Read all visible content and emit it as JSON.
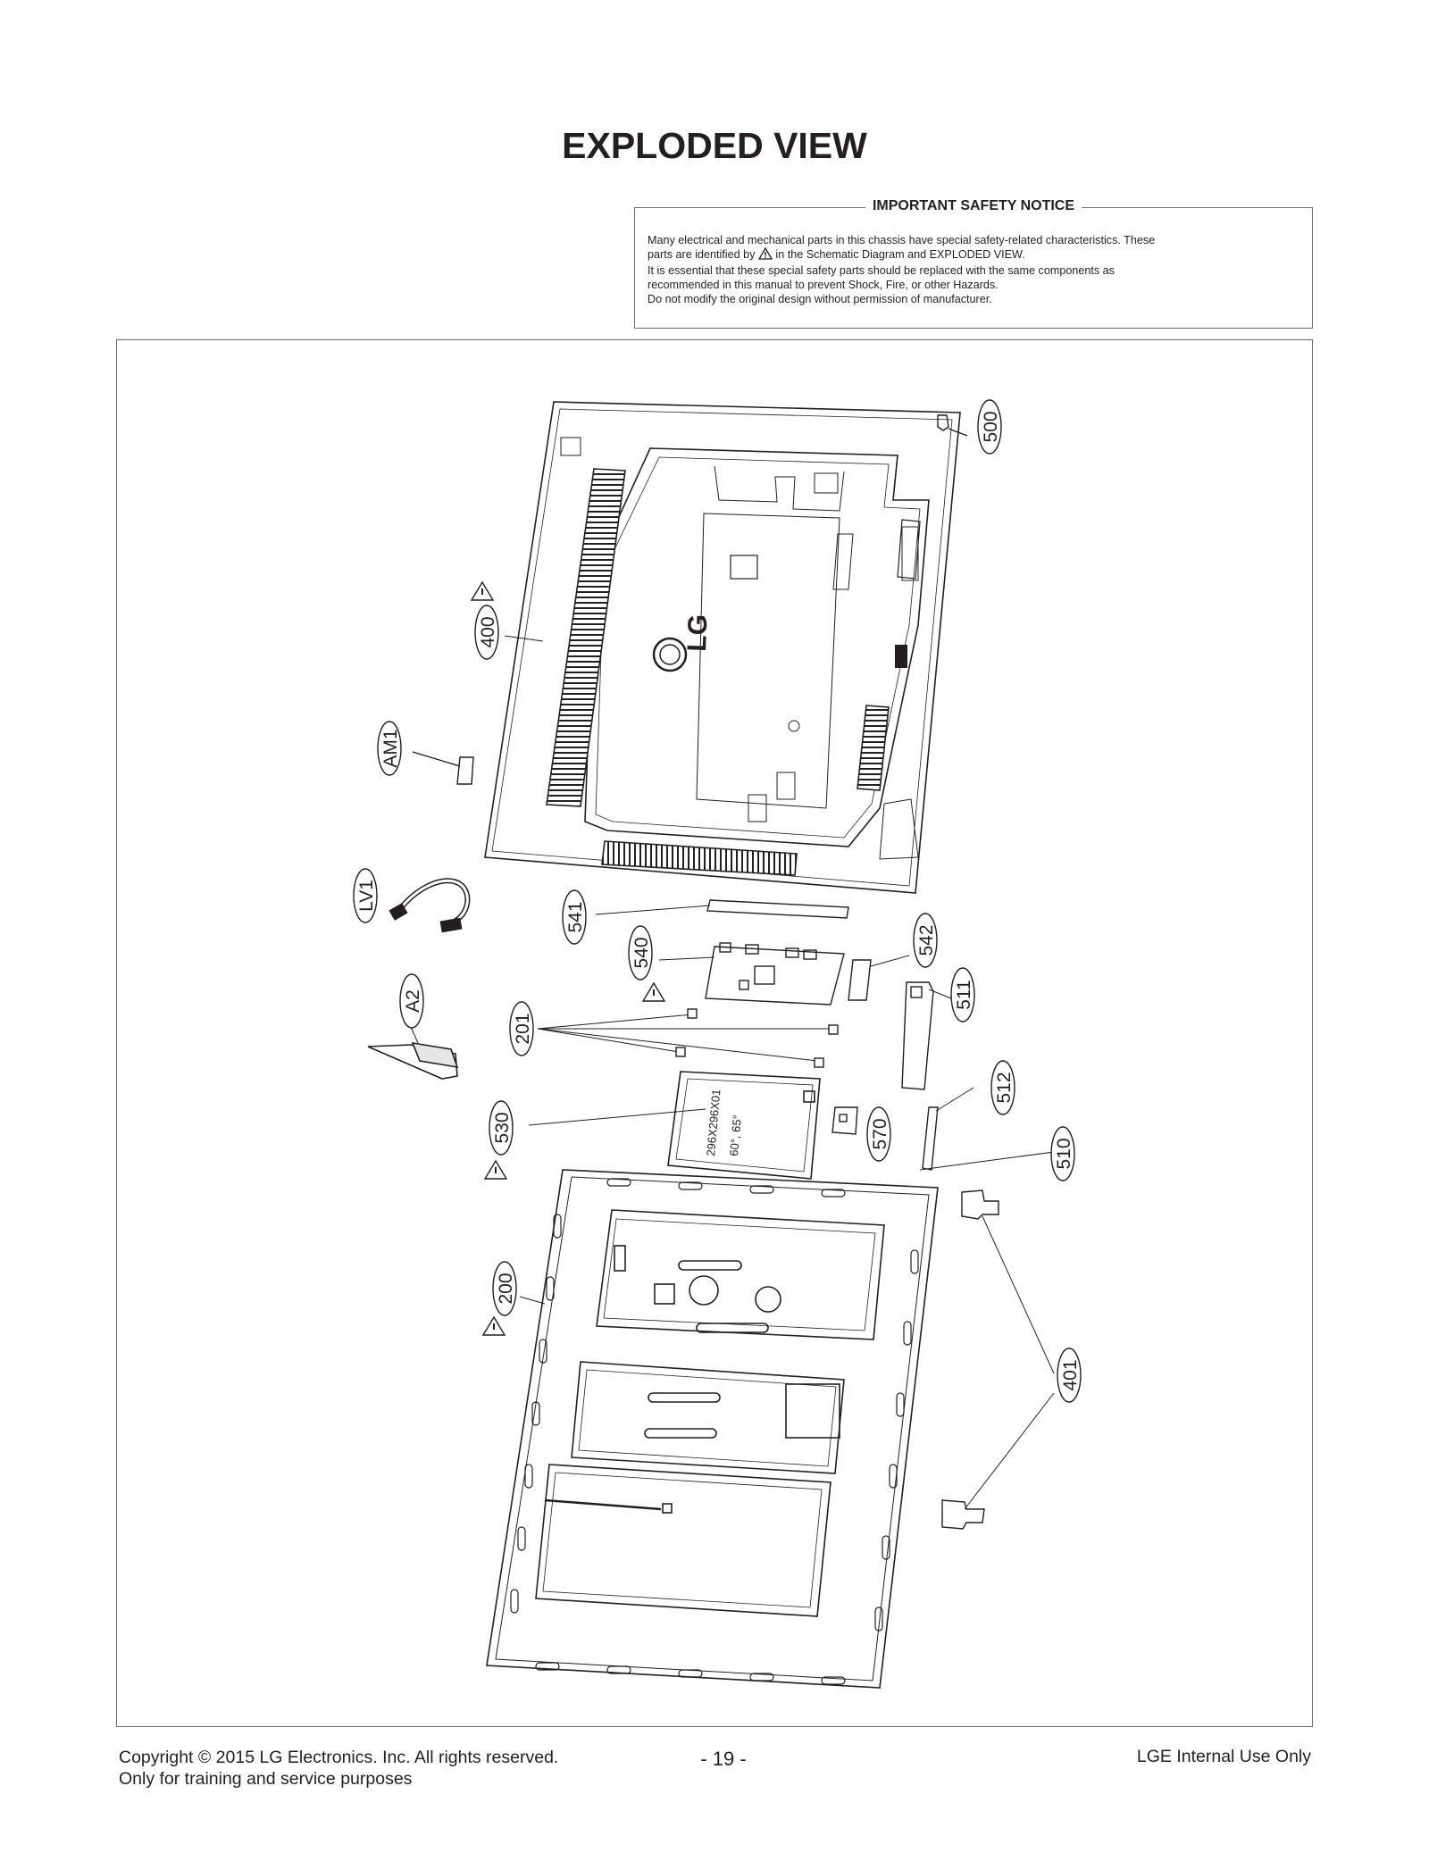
{
  "page": {
    "title": "EXPLODED VIEW"
  },
  "notice": {
    "heading": "IMPORTANT SAFETY NOTICE",
    "line1": "Many electrical and mechanical parts in this chassis have special safety-related characteristics. These",
    "line2a": "parts are identified by",
    "line2b": "in the Schematic Diagram and EXPLODED VIEW.",
    "line3": "It is essential that these special safety parts should be replaced with the same components as",
    "line4": "recommended in this manual to prevent Shock, Fire, or other Hazards.",
    "line5": "Do not modify the original design without permission of manufacturer."
  },
  "parts": {
    "p500": "500",
    "p400": "400",
    "pAM1": "AM1",
    "pLV1": "LV1",
    "p541": "541",
    "p540": "540",
    "p542": "542",
    "p511": "511",
    "pA2": "A2",
    "p201": "201",
    "p512": "512",
    "p530": "530",
    "p570": "570",
    "p510": "510",
    "p200": "200",
    "p401": "401"
  },
  "diagram_text": {
    "logo": "LG",
    "module_code": "296X296X01",
    "module_angle": "60°, 65°"
  },
  "footer": {
    "copyright": "Copyright  © 2015  LG Electronics. Inc. All rights reserved.",
    "purpose": "Only for training and service purposes",
    "page_number": "- 19 -",
    "classification": "LGE Internal Use Only"
  }
}
